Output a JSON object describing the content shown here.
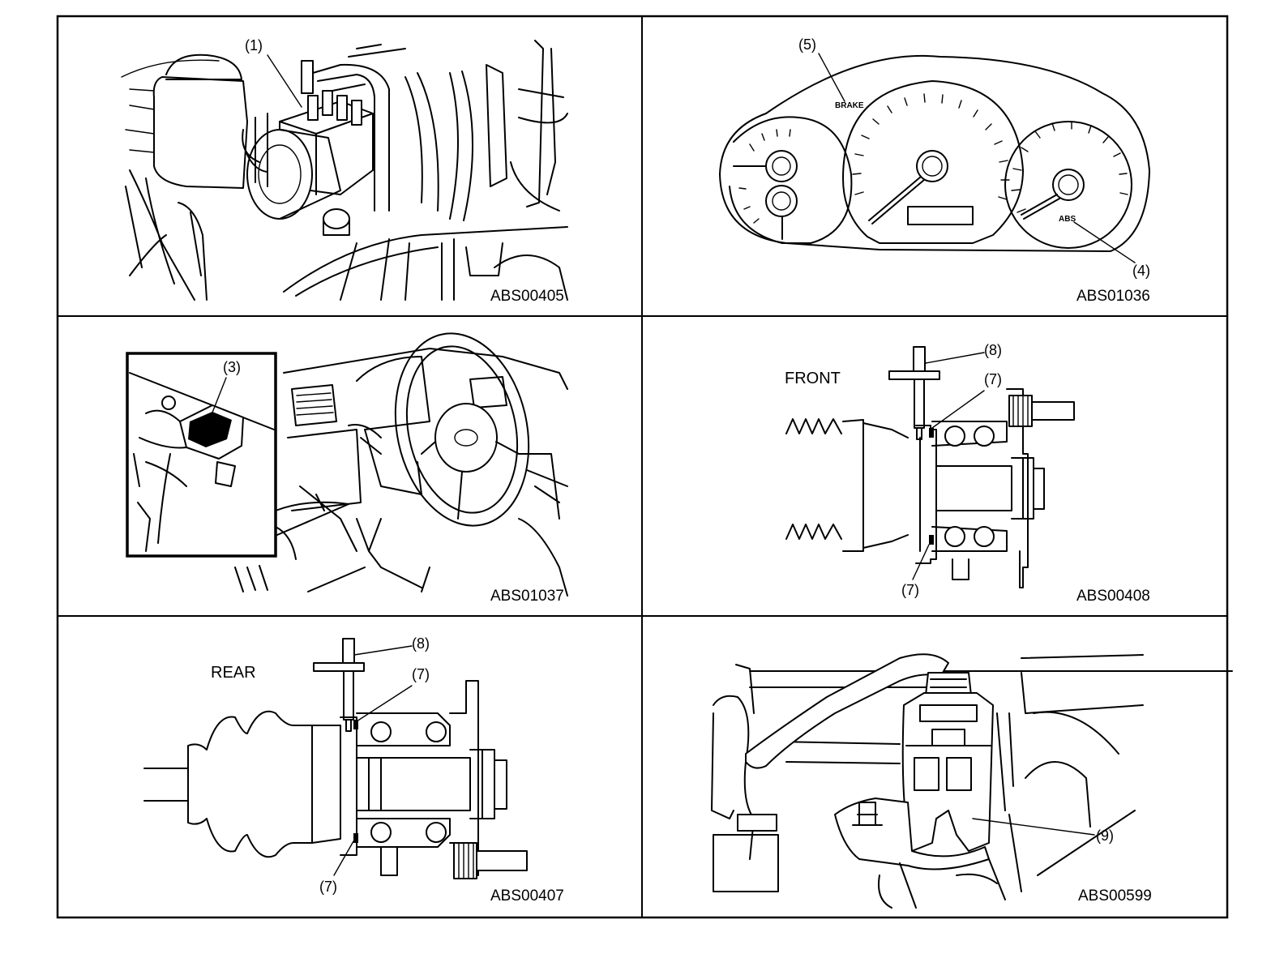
{
  "panels": [
    {
      "code": "ABS00405",
      "callouts": [
        "(1)"
      ]
    },
    {
      "code": "ABS01036",
      "callouts": [
        "(5)",
        "(4)"
      ],
      "gauge_text": {
        "brake": "BRAKE",
        "abs": "ABS"
      }
    },
    {
      "code": "ABS01037",
      "callouts": [
        "(3)"
      ]
    },
    {
      "code": "ABS00408",
      "title": "FRONT",
      "callouts": [
        "(8)",
        "(7)",
        "(7)"
      ]
    },
    {
      "code": "ABS00407",
      "title": "REAR",
      "callouts": [
        "(8)",
        "(7)",
        "(7)"
      ]
    },
    {
      "code": "ABS00599",
      "callouts": [
        "(9)"
      ]
    }
  ]
}
